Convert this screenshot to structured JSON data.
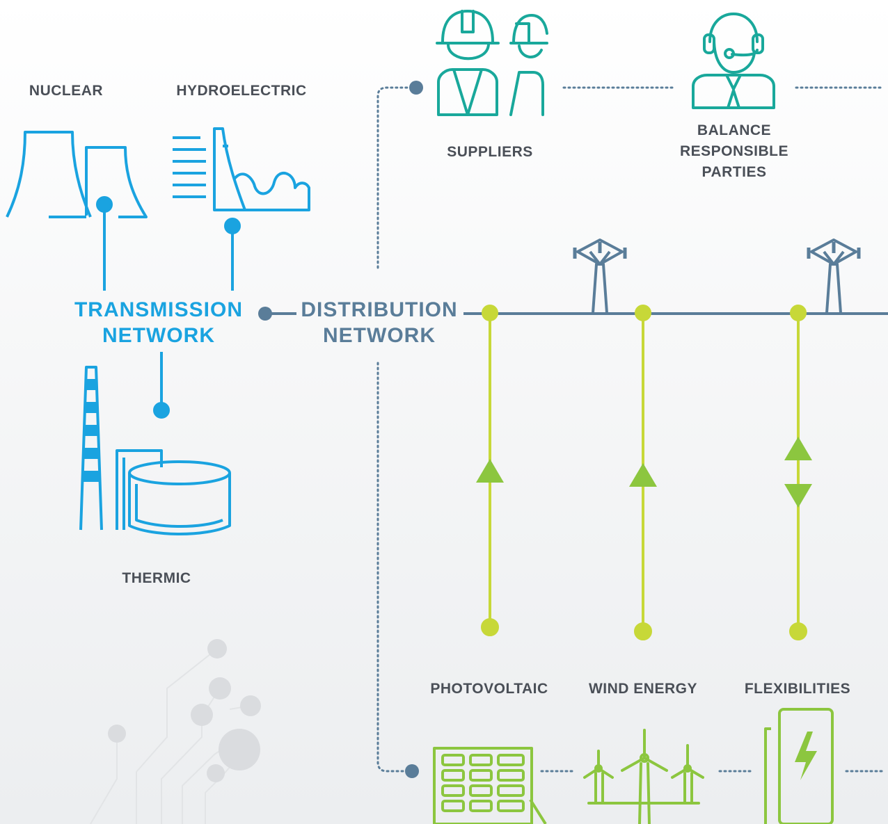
{
  "colors": {
    "transmission": "#1aa3e0",
    "distribution": "#5a7d99",
    "market": "#19a89b",
    "renewables": "#c7d838",
    "renewable_icons": "#8cc63f",
    "decor": "#dcdee1"
  },
  "labels": {
    "nuclear": "NUCLEAR",
    "hydroelectric": "HYDROELECTRIC",
    "thermic": "THERMIC",
    "transmission_line1": "TRANSMISSION",
    "transmission_line2": "NETWORK",
    "distribution_line1": "DISTRIBUTION",
    "distribution_line2": "NETWORK",
    "suppliers": "SUPPLIERS",
    "brp_line1": "BALANCE",
    "brp_line2": "RESPONSIBLE",
    "brp_line3": "PARTIES",
    "photovoltaic": "PHOTOVOLTAIC",
    "wind_energy": "WIND ENERGY",
    "flexibilities": "FLEXIBILITIES"
  },
  "icons": {
    "nuclear": "nuclear-plant-icon",
    "hydro": "hydro-dam-icon",
    "thermic": "thermal-plant-icon",
    "suppliers": "workers-helmet-icon",
    "brp": "headset-operator-icon",
    "pylon": "power-pylon-icon",
    "solar": "solar-panel-icon",
    "wind": "wind-turbines-icon",
    "battery": "battery-charging-icon"
  }
}
